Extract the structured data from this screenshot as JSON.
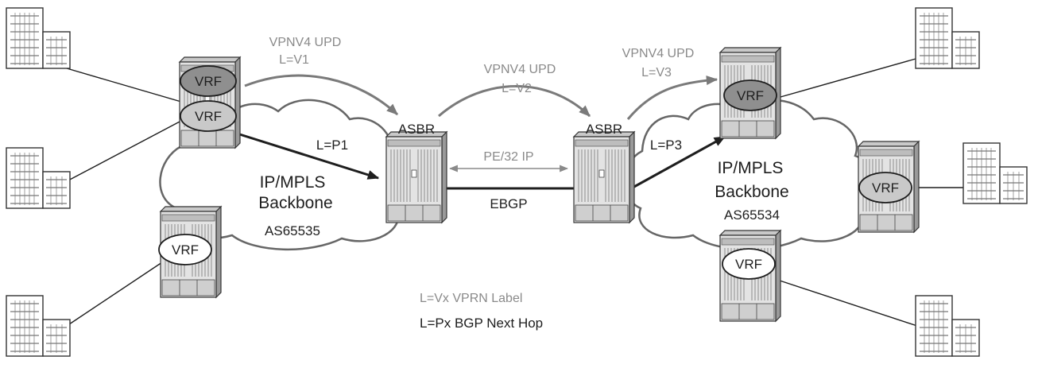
{
  "labels": {
    "vpnv4_v1_top": "VPNV4 UPD",
    "vpnv4_v1_bottom": "L=V1",
    "vpnv4_v2_top": "VPNV4 UPD",
    "vpnv4_v2_bottom": "L=V2",
    "vpnv4_v3_top": "VPNV4 UPD",
    "vpnv4_v3_bottom": "L=V3",
    "asbr_left": "ASBR",
    "asbr_right": "ASBR",
    "lp1": "L=P1",
    "lp3": "L=P3",
    "pe32": "PE/32 IP",
    "ebgp": "EBGP",
    "left_cloud_line1": "IP/MPLS",
    "left_cloud_line2": "Backbone",
    "left_cloud_as": "AS65535",
    "right_cloud_line1": "IP/MPLS",
    "right_cloud_line2": "Backbone",
    "right_cloud_as": "AS65534",
    "legend_vx": "L=Vx VPRN Label",
    "legend_px": "L=Px BGP Next Hop",
    "vrf": "VRF"
  },
  "colors": {
    "vrf_dark_fill": "#8f8f8f",
    "vrf_light_fill": "#c9c9c9",
    "vrf_white_fill": "#ffffff",
    "annotation_gray": "#8a8a8a",
    "line_dark": "#1e1e1e"
  },
  "icons": {
    "building": "office-building-icon",
    "router": "router-chassis-icon",
    "cloud": "cloud-icon"
  }
}
